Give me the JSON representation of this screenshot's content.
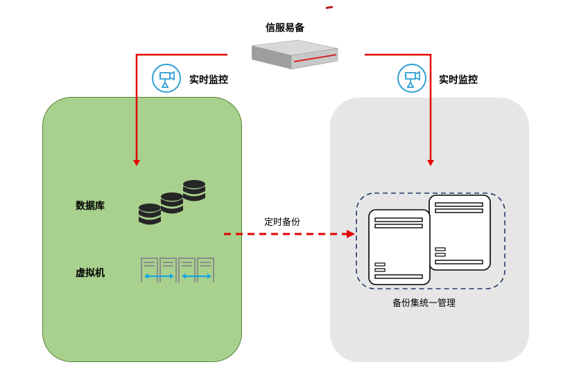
{
  "title": "信服易备",
  "monitor_left_label": "实时监控",
  "monitor_right_label": "实时监控",
  "left_zone": {
    "database_label": "数据库",
    "vm_label": "虚拟机"
  },
  "arrow_label": "定时备份",
  "right_zone": {
    "caption": "备份集统一管理"
  },
  "colors": {
    "green_zone": "#a9d18e",
    "green_border": "#548235",
    "gray_zone": "#e6e6e6",
    "red_arrow": "#e30000",
    "dashed_border": "#1f3864",
    "icon_blue": "#2e9fd6",
    "vm_icon": "#8c8c8c",
    "vm_arrow": "#1aa7e0"
  },
  "icons": [
    "server-appliance-icon",
    "camera-icon",
    "database-icon",
    "vm-icon",
    "storage-box-icon"
  ]
}
